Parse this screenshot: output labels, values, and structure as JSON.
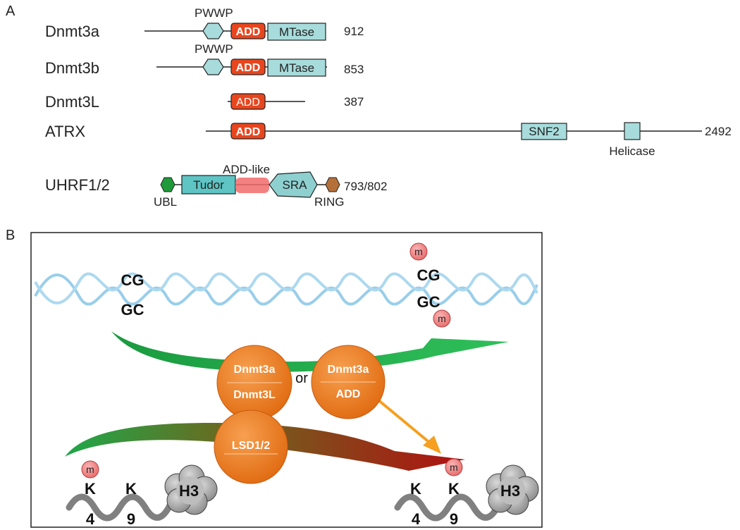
{
  "panel_a": {
    "label": "A",
    "proteins": [
      {
        "name": "Dnmt3a",
        "length": "912",
        "pwwp": "PWWP",
        "add": "ADD",
        "mtase": "MTase"
      },
      {
        "name": "Dnmt3b",
        "length": "853",
        "pwwp": "PWWP",
        "add": "ADD",
        "mtase": "MTase"
      },
      {
        "name": "Dnmt3L",
        "length": "387",
        "add": "ADD"
      },
      {
        "name": "ATRX",
        "length": "2492",
        "add": "ADD",
        "snf2": "SNF2",
        "helicase": "Helicase"
      },
      {
        "name": "UHRF1/2",
        "length": "793/802",
        "ubl": "UBL",
        "tudor": "Tudor",
        "add_like": "ADD-like",
        "sra": "SRA",
        "ring": "RING"
      }
    ]
  },
  "panel_b": {
    "label": "B",
    "dna_left": {
      "top": "CG",
      "bottom": "GC"
    },
    "dna_right": {
      "top": "CG",
      "bottom": "GC"
    },
    "methyl": "m",
    "complex1": {
      "line1": "Dnmt3a",
      "line2": "Dnmt3L"
    },
    "or": "or",
    "complex2": {
      "line1": "Dnmt3a",
      "line2": "ADD"
    },
    "demethylase": "LSD1/2",
    "histone_left": {
      "k1": "K",
      "k2": "K",
      "n1": "4",
      "n2": "9",
      "h": "H3"
    },
    "histone_right": {
      "k1": "K",
      "k2": "K",
      "n1": "4",
      "n2": "9",
      "h": "H3"
    }
  },
  "colors": {
    "domain_teal": "#a8dcdc",
    "add_red": "#e8461e",
    "add_like_pink": "#f26b6b",
    "ubl_green": "#1f9a3a",
    "ring_brown": "#b5703a",
    "dna_blue": "#8ec9e8",
    "circle_orange": "#f08020",
    "methyl_pink": "#f08a8a",
    "arrow_green": "#22a84a",
    "arrow_orange": "#f5a020",
    "arrow_darkred": "#a01010"
  }
}
